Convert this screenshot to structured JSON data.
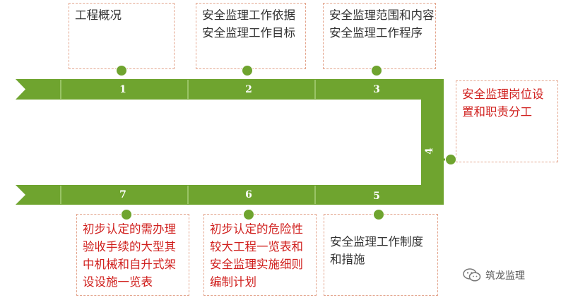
{
  "steps": [
    {
      "number": "1",
      "lines": [
        "工程概况"
      ]
    },
    {
      "number": "2",
      "lines": [
        "安全监理工作依据",
        "安全监理工作目标"
      ]
    },
    {
      "number": "3",
      "lines": [
        "安全监理范围和内容",
        "安全监理工作程序"
      ]
    },
    {
      "number": "4",
      "lines": [
        "安全监理岗位设",
        "置和职责分工"
      ]
    },
    {
      "number": "5",
      "lines": [
        "安全监理工作制度",
        "和措施"
      ]
    },
    {
      "number": "6",
      "lines": [
        "初步认定的危险性",
        "较大工程一览表和",
        "安全监理实施细则",
        "编制计划"
      ]
    },
    {
      "number": "7",
      "lines": [
        "初步认定的需办理",
        "验收手续的大型其",
        "中机械和自升式架",
        "设设施一览表"
      ]
    }
  ],
  "watermark": {
    "icon": "wechat-icon",
    "text": "筑龙监理"
  },
  "colors": {
    "track": "#6fa42f",
    "border": "#e3a48c",
    "highlight": "#d0201e",
    "text": "#333333"
  }
}
